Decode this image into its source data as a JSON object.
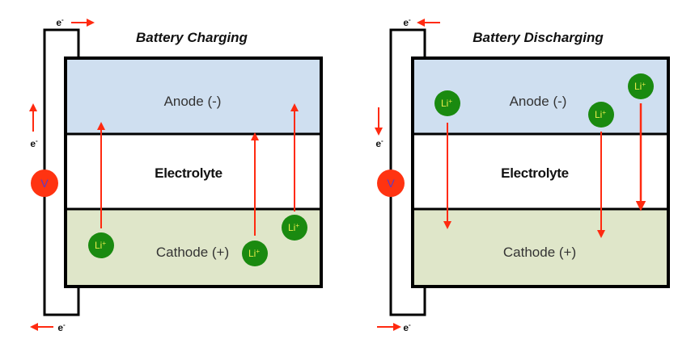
{
  "colors": {
    "anode_fill": "#cfdff0",
    "electrolyte_fill": "#ffffff",
    "cathode_fill": "#dfe6c9",
    "outline": "#000000",
    "arrow": "#ff2a10",
    "ion_fill": "#1a8a10",
    "ion_text": "#e6ec4a",
    "voltmeter_fill": "#ff3311",
    "voltmeter_text": "#5a3bc9"
  },
  "panels": [
    {
      "id": "charging",
      "title": "Battery Charging",
      "anode_label": "Anode (-)",
      "electrolyte_label": "Electrolyte",
      "cathode_label": "Cathode (+)",
      "voltmeter_label": "V",
      "electron_label": "e",
      "electron_charge": "-",
      "ion_label": "Li",
      "ion_charge": "+",
      "ion_direction": "up",
      "electron_flow": "top-right, side-up, bottom-left"
    },
    {
      "id": "discharging",
      "title": "Battery Discharging",
      "anode_label": "Anode (-)",
      "electrolyte_label": "Electrolyte",
      "cathode_label": "Cathode (+)",
      "voltmeter_label": "V",
      "electron_label": "e",
      "electron_charge": "-",
      "ion_label": "Li",
      "ion_charge": "+",
      "ion_direction": "down",
      "electron_flow": "top-left, side-down, bottom-right"
    }
  ]
}
